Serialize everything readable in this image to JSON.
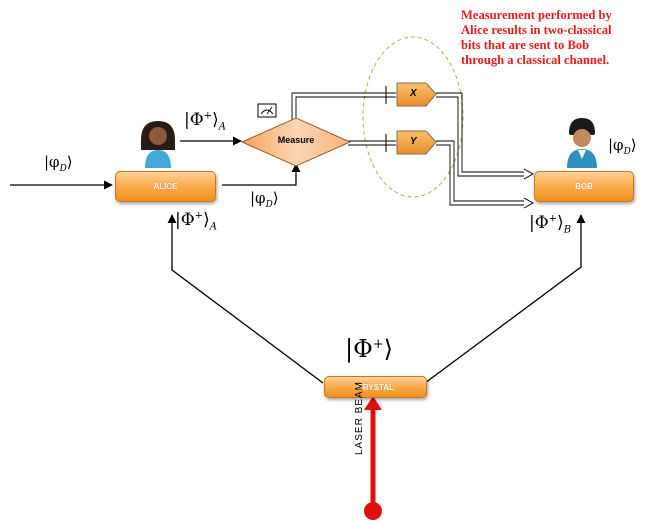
{
  "annotation": {
    "lines": [
      "Measurement performed by",
      "Alice results in two-classical",
      "bits that are sent to Bob",
      "through a classical channel."
    ],
    "color": "#e31b1b"
  },
  "nodes": {
    "alice": "ALICE",
    "bob": "BOB",
    "crystal": "CRYSTAL",
    "measure": "Measure",
    "bit_x": "X",
    "bit_y": "Y"
  },
  "states": {
    "phi_d_in": {
      "main": "|φ",
      "sub": "D",
      "close": "⟩"
    },
    "phi_plus_a_top": {
      "main": "|Φ",
      "sup": "+",
      "close": "⟩",
      "sub": "A"
    },
    "phi_d_alice": {
      "main": "|φ",
      "sub": "D",
      "close": "⟩"
    },
    "phi_plus_a_left": {
      "main": "|Φ",
      "sup": "+",
      "close": "⟩",
      "sub": "A"
    },
    "phi_d_bob": {
      "main": "|φ",
      "sub": "D",
      "close": "⟩"
    },
    "phi_plus_b": {
      "main": "|Φ",
      "sup": "+",
      "close": "⟩",
      "sub": "B"
    },
    "phi_plus_crystal": {
      "main": "|Φ",
      "sup": "+",
      "close": "⟩"
    }
  },
  "laser_label": "LASER BEAM",
  "colors": {
    "box": "#f5a040",
    "laser": "#e01010",
    "annotation": "#e31b1b"
  }
}
